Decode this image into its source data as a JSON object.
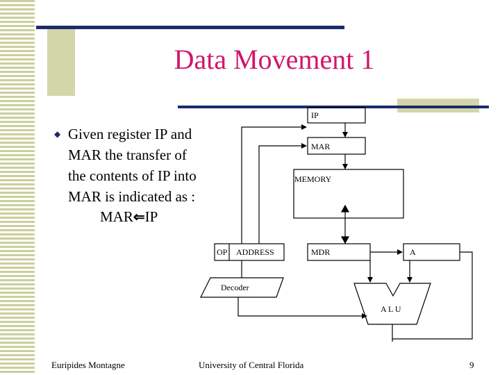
{
  "slide": {
    "title": "Data Movement 1",
    "bullet_lines": [
      "Given register IP and",
      "MAR the transfer of",
      "the contents of IP into",
      "MAR is indicated as :"
    ],
    "expression_left": "MAR",
    "expression_arrow": "⇐",
    "expression_right": "IP",
    "bullet_icon": "diamond-bullet"
  },
  "diagram": {
    "ip_label": "IP",
    "mar_label": "MAR",
    "memory_label": "MEMORY",
    "op_label": "OP",
    "address_label": "ADDRESS",
    "mdr_label": "MDR",
    "a_label": "A",
    "decoder_label": "Decoder",
    "alu_label": "A L U"
  },
  "footer": {
    "author": "Eurípides Montagne",
    "institution": "University of Central Florida",
    "page_number": "9"
  },
  "colors": {
    "title": "#d0156a",
    "rule": "#1c2a6b",
    "stripe": "#c9cf9a"
  }
}
